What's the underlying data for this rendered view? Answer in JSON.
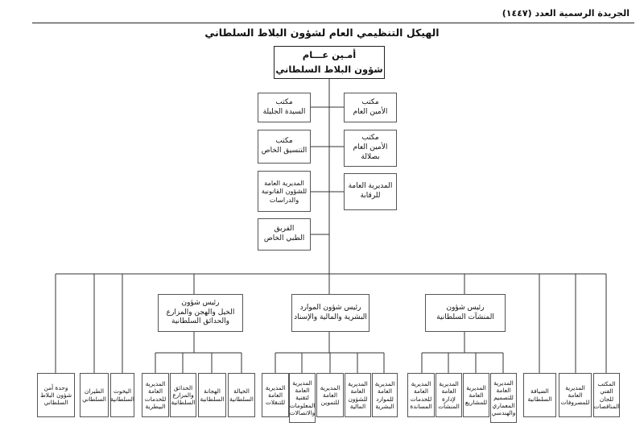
{
  "header": {
    "gazette": "الجريدة الرسمية العدد (١٤٤٧)"
  },
  "title": "الهيكل التنظيمي العام لشؤون البلاط السلطاني",
  "top_box": {
    "line1": "أمـين عـــام",
    "line2": "شؤون البلاط السلطاني"
  },
  "staff_left": [
    {
      "l1": "مكتب",
      "l2": "السيدة الجليلة"
    },
    {
      "l1": "مكتب",
      "l2": "التنسيق الخاص"
    },
    {
      "l1": "المديرية العامة",
      "l2": "للشؤون القانونية",
      "l3": "والدراسات"
    },
    {
      "l1": "الفريق",
      "l2": "الطبي الخاص"
    }
  ],
  "staff_right": [
    {
      "l1": "مكتب",
      "l2": "الأمين العام"
    },
    {
      "l1": "مكتب",
      "l2": "الأمين العام",
      "l3": "بصلالة"
    },
    {
      "l1": "المديرية العامة",
      "l2": "للرقابة"
    }
  ],
  "heads": {
    "left": {
      "l1": "رئيس شؤون",
      "l2": "الخيل والهجن والمزارع",
      "l3": "والحدائق السلطانية"
    },
    "middle": {
      "l1": "رئيس شؤون الموارد",
      "l2": "البشرية والمالية والإسناد"
    },
    "right": {
      "l1": "رئيس شؤون",
      "l2": "المنشآت السلطانية"
    }
  },
  "units": [
    {
      "l1": "وحدة أمن",
      "l2": "شؤون البلاط",
      "l3": "السلطاني"
    },
    {
      "l1": "الطيران",
      "l2": "السلطاني"
    },
    {
      "l1": "اليخوت",
      "l2": "السلطانية"
    },
    {
      "l1": "المديرية",
      "l2": "العامة",
      "l3": "للخدمات",
      "l4": "البيطرية"
    },
    {
      "l1": "الحدائق",
      "l2": "والمزارع",
      "l3": "السلطانية"
    },
    {
      "l1": "الهجانة",
      "l2": "السلطانية"
    },
    {
      "l1": "الخيالة",
      "l2": "السلطانية"
    },
    {
      "l1": "المديرية",
      "l2": "العامة",
      "l3": "للتنقلات"
    },
    {
      "l1": "المديرية",
      "l2": "العامة",
      "l3": "لتقنية",
      "l4": "المعلومات",
      "l5": "والاتصالات"
    },
    {
      "l1": "المديرية",
      "l2": "العامة",
      "l3": "للتموين"
    },
    {
      "l1": "المديرية",
      "l2": "العامة",
      "l3": "للشؤون",
      "l4": "المالية"
    },
    {
      "l1": "المديرية",
      "l2": "العامة",
      "l3": "للموارد",
      "l4": "البشرية"
    },
    {
      "l1": "المديرية",
      "l2": "العامة",
      "l3": "للخدمات",
      "l4": "المساندة"
    },
    {
      "l1": "المديرية",
      "l2": "العامة",
      "l3": "لإدارة",
      "l4": "المنشآت"
    },
    {
      "l1": "المديرية",
      "l2": "العامة",
      "l3": "للمشاريع"
    },
    {
      "l1": "المديرية",
      "l2": "العامة",
      "l3": "للتصميم",
      "l4": "المعماري",
      "l5": "والهندسي"
    },
    {
      "l1": "الضيافة",
      "l2": "السلطانية"
    },
    {
      "l1": "المديرية",
      "l2": "العامة",
      "l3": "للمصروفات"
    },
    {
      "l1": "المكتب",
      "l2": "الفني",
      "l3": "للجان",
      "l4": "المناقصات"
    }
  ]
}
